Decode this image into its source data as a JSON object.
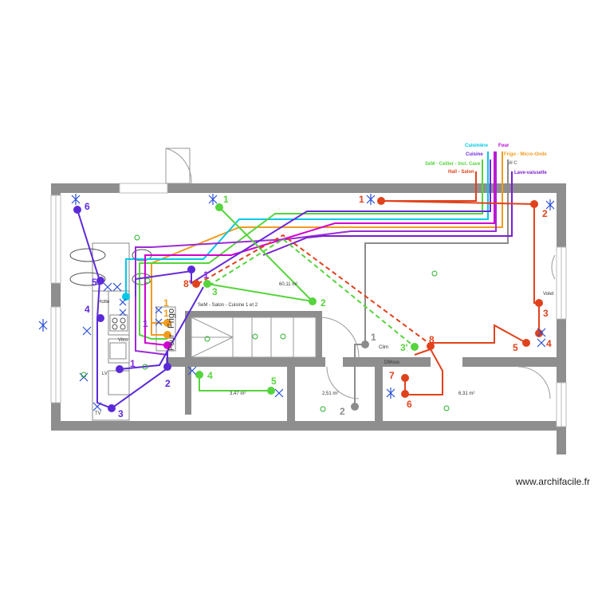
{
  "rooms": {
    "main_area": "60,11 m²",
    "room_left": "3,47 m²",
    "room_mid": "2,51 m²",
    "room_right": "6,31 m²",
    "stairs_label": "SeM - Salon - Cuisine 1 et 2",
    "wc_label": "Clim",
    "door_label": "DMous",
    "volet_label": "Volet"
  },
  "appliances": {
    "frigo": "Frigo",
    "four": "Four",
    "hotte": "Hotte",
    "lv": "LV",
    "tv": "TV",
    "vitro": "Vitro"
  },
  "legend": [
    {
      "label": "Cuisinière",
      "color": "#00c8e6"
    },
    {
      "label": "Four",
      "color": "#b000d0"
    },
    {
      "label": "Cuisine",
      "color": "#6a2ad8"
    },
    {
      "label": "Frigo - Micro-Onde",
      "color": "#f29b1d"
    },
    {
      "label": "W-C",
      "color": "#8c8c8c"
    },
    {
      "label": "SéM - Cellier - Incl. Cave",
      "color": "#56d43c"
    },
    {
      "label": "Hall - Salon",
      "color": "#e0421c"
    },
    {
      "label": "Lave-vaisselle",
      "color": "#7a1fd0"
    }
  ],
  "circuit_numbers": {
    "green": [
      "1",
      "2",
      "3",
      "3'",
      "4",
      "5"
    ],
    "red": [
      "1",
      "2",
      "3",
      "4",
      "5",
      "6",
      "7",
      "8",
      "8'"
    ],
    "purple": [
      "1",
      "1",
      "1",
      "2",
      "3",
      "4",
      "5",
      "6"
    ],
    "orange": [
      "1",
      "1"
    ],
    "gray": [
      "1",
      "2"
    ]
  },
  "footer": "www.archifacile.fr"
}
